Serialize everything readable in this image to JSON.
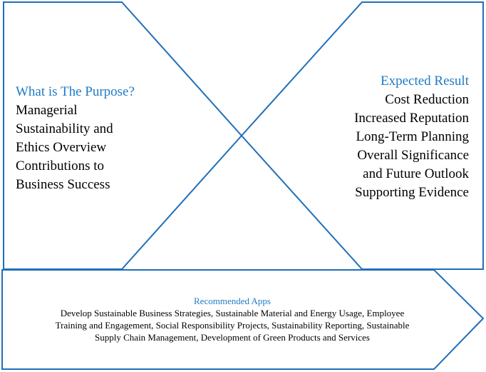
{
  "colors": {
    "stroke": "#1f6fb8",
    "heading": "#1f7bc4",
    "text": "#000000",
    "background": "#ffffff"
  },
  "purpose": {
    "heading": "What is The Purpose?",
    "lines": [
      "Managerial",
      "Sustainability and",
      "Ethics Overview",
      "Contributions to",
      "Business Success"
    ]
  },
  "result": {
    "heading": "Expected Result",
    "lines": [
      "Cost Reduction",
      "Increased Reputation",
      "Long-Term Planning",
      "Overall Significance",
      "and Future Outlook",
      "Supporting Evidence"
    ]
  },
  "apps": {
    "heading": "Recommended Apps",
    "lines": [
      "Develop Sustainable Business Strategies,  Sustainable Material and Energy Usage, Employee",
      "Training and Engagement, Social Responsibility Projects, Sustainability Reporting, Sustainable",
      "Supply Chain Management, Development of Green Products and Services"
    ]
  }
}
